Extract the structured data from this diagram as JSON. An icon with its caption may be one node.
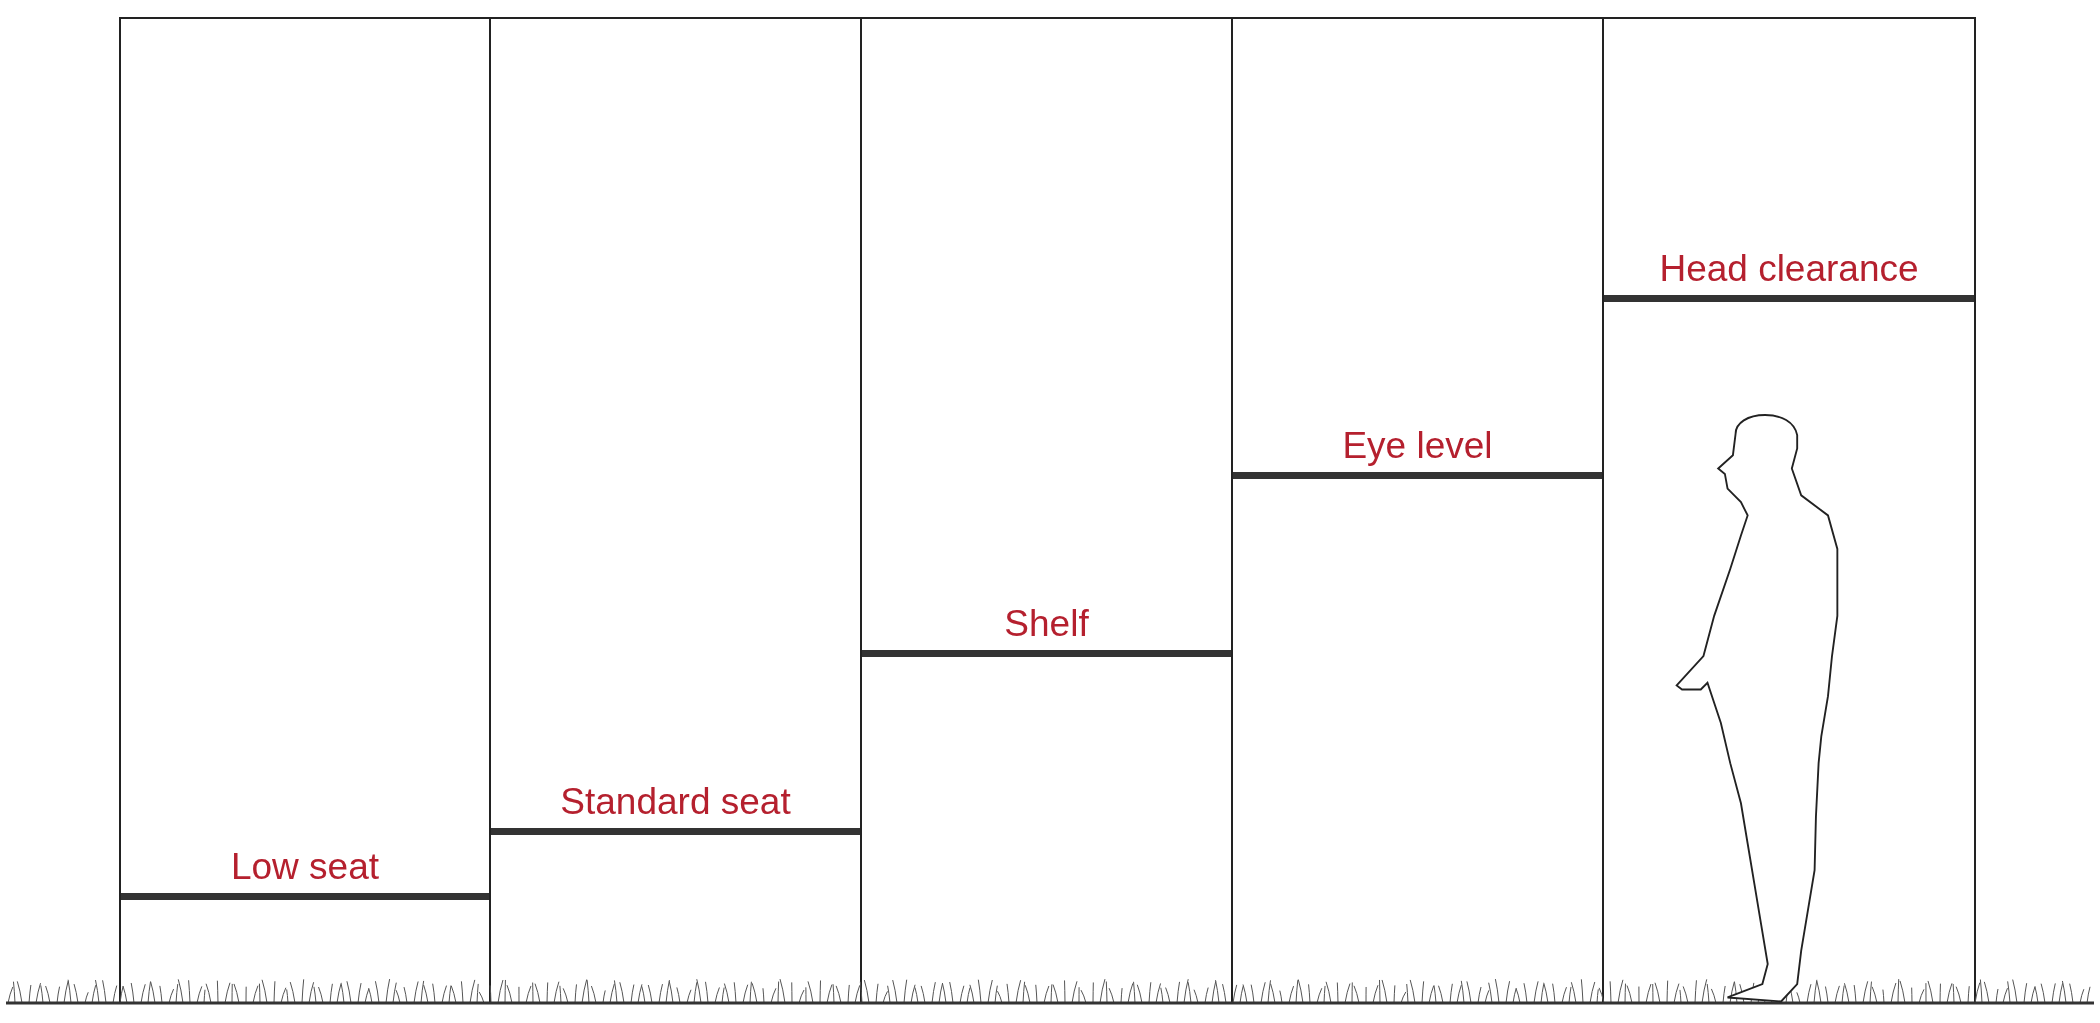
{
  "diagram": {
    "nodes": [
      {
        "text": [
          "Low seat"
        ]
      },
      {
        "text": [
          "Standard seat"
        ]
      },
      {
        "text": [
          "Shelf"
        ]
      },
      {
        "text": [
          "Eye level"
        ]
      },
      {
        "text": [
          "Head clearance"
        ]
      }
    ]
  }
}
